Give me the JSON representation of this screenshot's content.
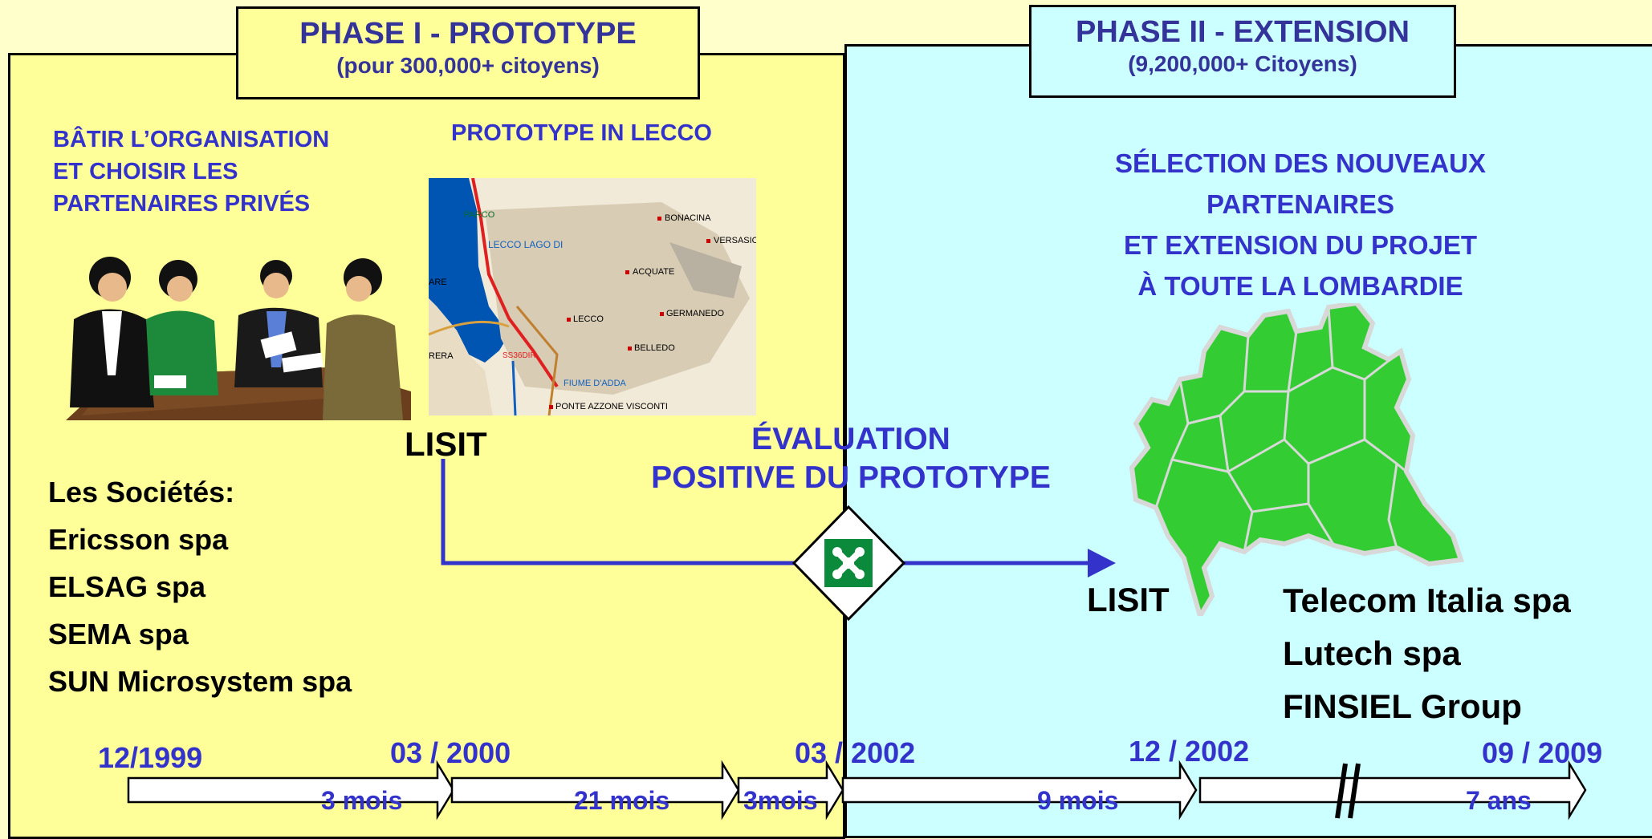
{
  "phase1": {
    "title": "PHASE I - PROTOTYPE",
    "subtitle": "(pour 300,000+ citoyens)"
  },
  "phase2": {
    "title": "PHASE II -  EXTENSION",
    "subtitle": "(9,200,000+ Citoyens)"
  },
  "left": {
    "build_org": [
      "BÂTIR L’ORGANISATION",
      "ET CHOISIR LES",
      "PARTENAIRES PRIVÉS"
    ],
    "prototype_label": "PROTOTYPE IN LECCO",
    "lisit": "LISIT",
    "companies_heading": "Les Sociétés:",
    "companies": [
      "Ericsson spa",
      "ELSAG spa",
      "SEMA spa",
      "SUN Microsystem spa"
    ]
  },
  "map": {
    "labels": [
      "PARCO",
      "LECCO LAGO DI",
      "BONACINA",
      "VERSASIO",
      "ACQUATE",
      "ARE",
      "GERMANEDO",
      "LECCO",
      "BELLEDO",
      "RERA",
      "SS36DIR",
      "FIUME D'ADDA",
      "PONTE AZZONE VISCONTI"
    ]
  },
  "center": {
    "evaluation": [
      "ÉVALUATION",
      "POSITIVE DU PROTOTYPE"
    ]
  },
  "right": {
    "selection": [
      "SÉLECTION DES NOUVEAUX",
      "PARTENAIRES",
      "ET EXTENSION  DU PROJET",
      "À TOUTE LA LOMBARDIE"
    ],
    "lisit": "LISIT",
    "companies": [
      "Telecom Italia spa",
      "Lutech  spa",
      "FINSIEL Group"
    ]
  },
  "timeline": {
    "dates": [
      "12/1999",
      "03 / 2000",
      "03 / 2002",
      "12 / 2002",
      "09 / 2009"
    ],
    "durations": [
      "3 mois",
      "21 mois",
      "3mois",
      "9 mois",
      "7 ans"
    ]
  },
  "colors": {
    "phase1_bg": "#ffff99",
    "phase2_bg": "#ccffff",
    "page_bg": "#ffffcc",
    "text_blue": "#3333cc",
    "arrow_blue": "#3333cc",
    "region_green": "#33cc33"
  }
}
